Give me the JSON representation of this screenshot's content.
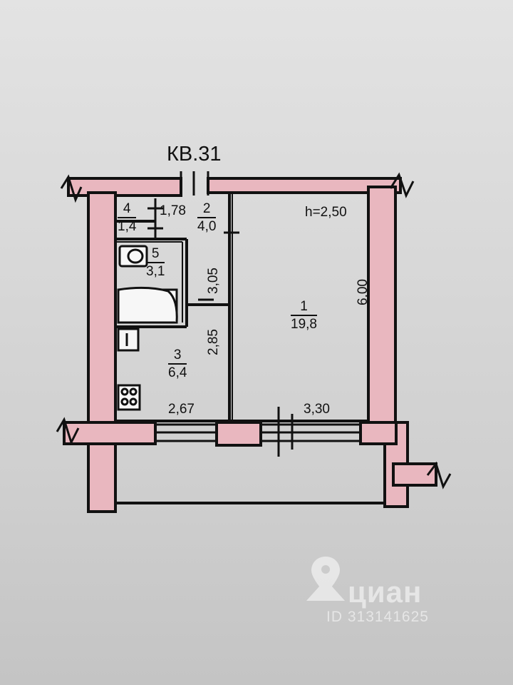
{
  "apartment_title": "КВ.31",
  "ceiling_height": "h=2,50",
  "rooms": [
    {
      "number": "1",
      "area": "19,8"
    },
    {
      "number": "2",
      "area": "4,0"
    },
    {
      "number": "3",
      "area": "6,4"
    },
    {
      "number": "4",
      "area": "1,4"
    },
    {
      "number": "5",
      "area": "3,1"
    }
  ],
  "dimensions": {
    "d178": "1,78",
    "d305": "3,05",
    "d285": "2,85",
    "d600": "6,00",
    "d267": "2,67",
    "d330": "3,30"
  },
  "watermark": {
    "brand": "циан",
    "id_text": "ID 313141625",
    "icon": "map-pin-icon"
  },
  "colors": {
    "wall_fill": "#e9b7bf",
    "line": "#111111"
  }
}
